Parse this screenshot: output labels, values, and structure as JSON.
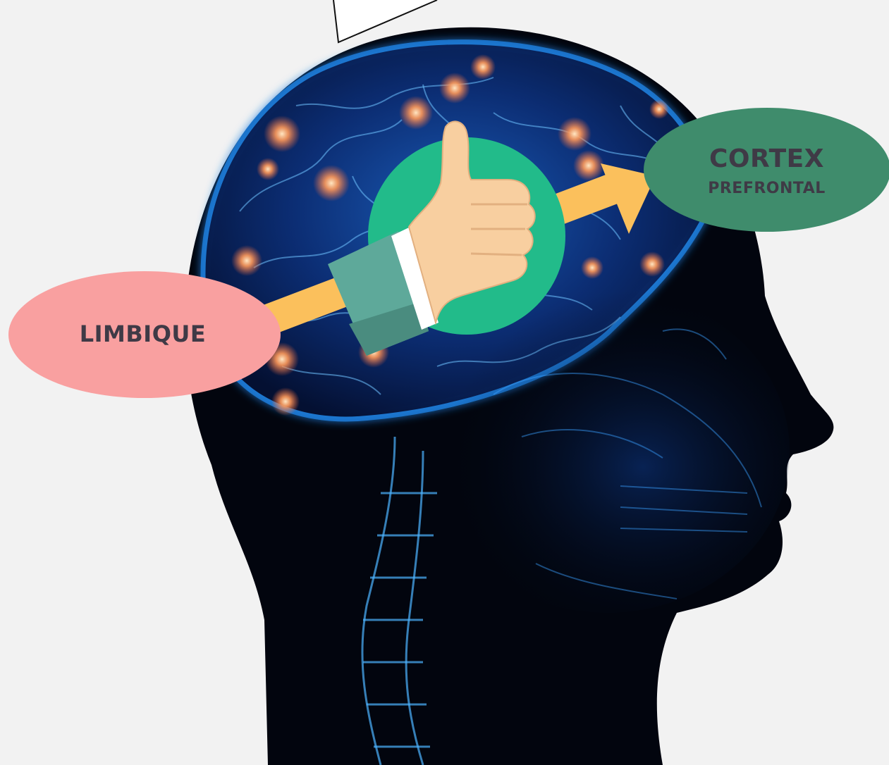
{
  "labels": {
    "limbic": "LIMBIQUE",
    "cortex_title": "CORTEX",
    "cortex_subtitle": "PREFRONTAL"
  },
  "colors": {
    "background": "#f2f2f2",
    "limbic_oval": "#f9a0a0",
    "cortex_oval": "#3f8c6c",
    "arrow": "#fbc05c",
    "thumbs_circle": "#22bb8a",
    "label_text": "#3f3a46",
    "head_silhouette": "#02050e",
    "brain_glow": "#1f7fe0",
    "neuron_glow": "#ff9a5a"
  },
  "icons": {
    "center_badge": "thumbs-up-icon"
  }
}
